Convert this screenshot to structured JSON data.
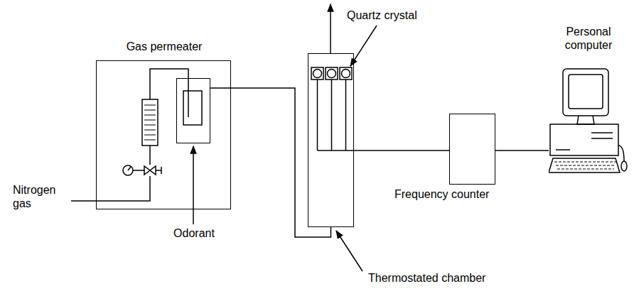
{
  "diagram": {
    "nodes": [
      {
        "text": [
          "Gas permeater"
        ]
      },
      {
        "text": [
          "Odorant"
        ],
        "in": 0
      },
      {
        "text": [
          "Thermostated chamber"
        ]
      },
      {
        "text": [
          "Frequency counter"
        ]
      },
      {
        "text": [
          "Personal computer"
        ]
      }
    ],
    "edges": [
      {
        "from": 1,
        "to": 2,
        "arrow": "none"
      },
      {
        "from": 2,
        "to": 3,
        "arrow": "none"
      },
      {
        "from": 3,
        "to": 4,
        "arrow": "none"
      }
    ],
    "labels": [
      "Nitrogen gas",
      "Quartz crystal"
    ]
  }
}
